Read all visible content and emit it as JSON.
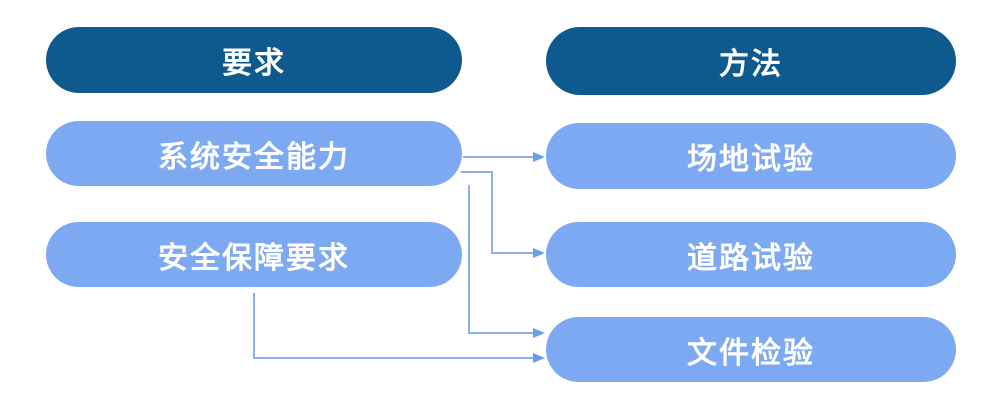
{
  "diagram": {
    "left_column": {
      "header": "要求",
      "items": [
        "系统安全能力",
        "安全保障要求"
      ]
    },
    "right_column": {
      "header": "方法",
      "items": [
        "场地试验",
        "道路试验",
        "文件检验"
      ]
    },
    "edges": [
      {
        "from": "系统安全能力",
        "to": "场地试验"
      },
      {
        "from": "系统安全能力",
        "to": "道路试验"
      },
      {
        "from": "系统安全能力",
        "to": "文件检验"
      },
      {
        "from": "安全保障要求",
        "to": "文件检验"
      }
    ],
    "colors": {
      "header_fill": "#0e5a8e",
      "item_fill": "#7da9f3",
      "connector_line": "#8aafef",
      "arrowhead_fill": "#6d9cec",
      "text": "#ffffff",
      "background": "#ffffff"
    }
  }
}
